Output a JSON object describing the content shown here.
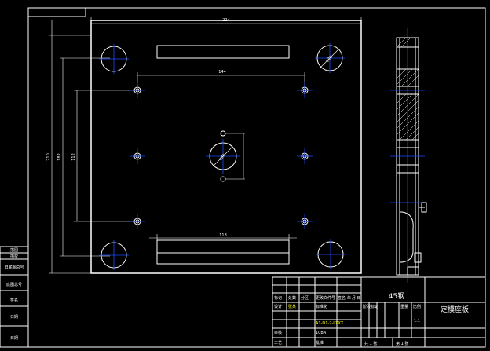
{
  "plate": {
    "dims": {
      "width_overall": "224",
      "height_overall": "210",
      "pin_spacing_h": "144",
      "outer_v": "182",
      "pin_spacing_v": "112",
      "slot_length": "118"
    },
    "callouts": {
      "corner_hole": "φ20",
      "center_hole": "φ30"
    }
  },
  "side_block": {
    "labels": []
  },
  "left_panel": {
    "labels": [
      "描图",
      "描校",
      "旧底图总号",
      "底图总号",
      "签名",
      "日期",
      "日期"
    ]
  },
  "title_block": {
    "material": "45钢",
    "part_name": "定模座板",
    "row_labels": [
      "标记",
      "处数",
      "分区",
      "更改文件号",
      "签名",
      "年",
      "月",
      "日"
    ],
    "design_label": "设计",
    "designer": "张某",
    "standardize_label": "标准化",
    "check_label": "审核",
    "process_label": "工艺",
    "approve_label": "批准",
    "stage_labels": [
      "阶段标记",
      "重量",
      "比例"
    ],
    "scale": "1:1",
    "sheet_total": "共 1 张",
    "sheet_no": "第 1 张",
    "drawing_ref": "A1-D1-2-LXXX",
    "tiny": "10BA"
  }
}
